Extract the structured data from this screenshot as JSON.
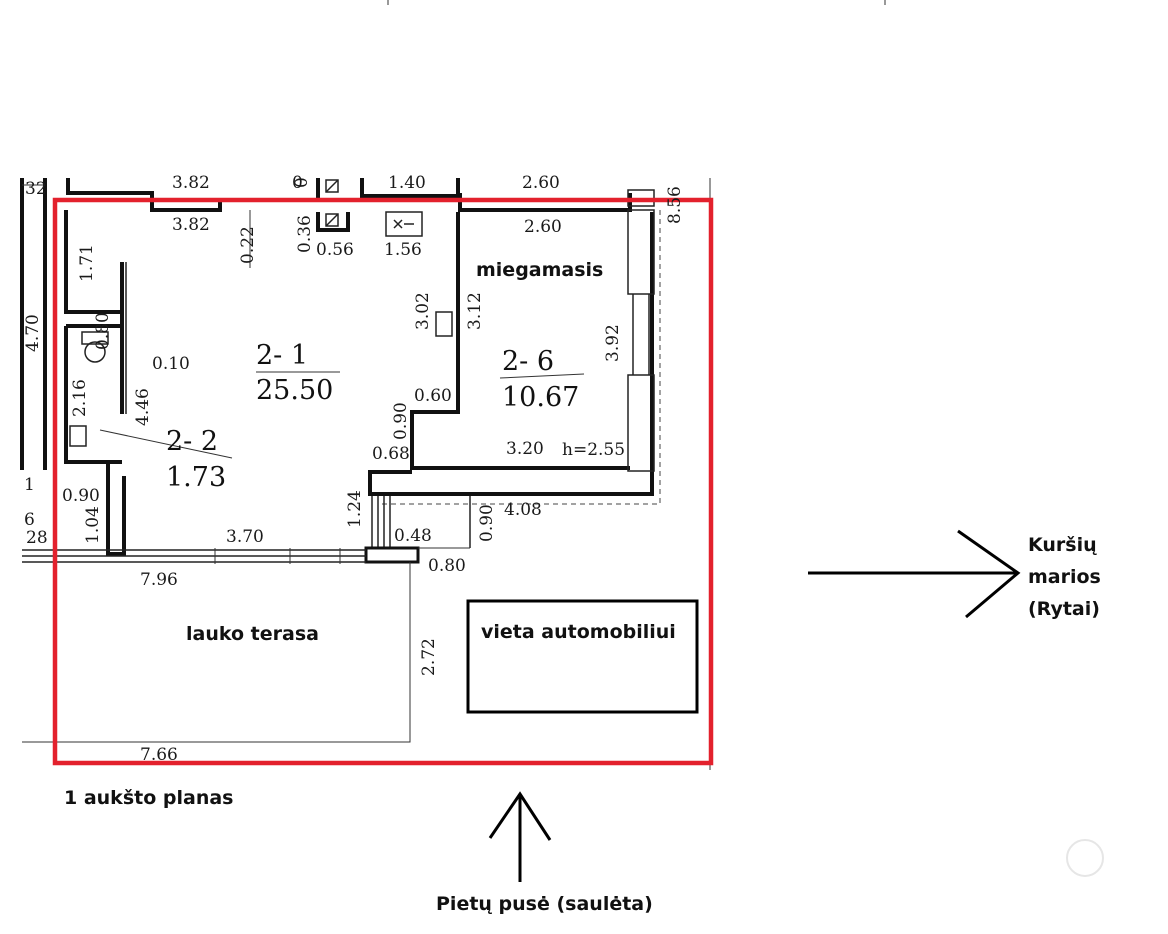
{
  "rooms": {
    "r21": {
      "id": "2- 1",
      "area": "25.50"
    },
    "r22": {
      "id": "2- 2",
      "area": "1.73"
    },
    "r26": {
      "id": "2- 6",
      "area": "10.67"
    }
  },
  "labels": {
    "bedroom": "miegamasis",
    "terrace": "lauko terasa",
    "parking": "vieta automobiliui",
    "plan_title": "1 aukšto planas",
    "east_line1": "Kuršių",
    "east_line2": "marios",
    "east_line3": "(Rytai)",
    "south": "Pietų pusė (saulėta)",
    "height": "h=2.55"
  },
  "dims": {
    "top_382a": "3.82",
    "top_0": "0",
    "top_140": "1.40",
    "top_260a": "2.60",
    "right_856": "8.56",
    "left_32": "32",
    "d382": "3.82",
    "d022": "0.22",
    "d036": "0.36",
    "d056": "0.56",
    "d156": "1.56",
    "d260": "2.60",
    "d171": "1.71",
    "d470": "4.70",
    "d080": "0.80",
    "d010": "0.10",
    "d216": "2.16",
    "d446": "4.46",
    "d302": "3.02",
    "d312": "3.12",
    "d392": "3.92",
    "d060": "0.60",
    "d090a": "0.90",
    "d068": "0.68",
    "d320": "3.20",
    "d124": "1.24",
    "d048": "0.48",
    "d090b": "0.90",
    "d408": "4.08",
    "d090c": "0.90",
    "d104": "1.04",
    "d28": "28",
    "d370": "3.70",
    "d080b": "0.80",
    "d796": "7.96",
    "d272": "2.72",
    "d766": "7.66",
    "edge_1": "1",
    "edge_6": "6"
  },
  "colors": {
    "boundary": "#e3212d",
    "walls": "#111111",
    "arrows": "#000000"
  }
}
